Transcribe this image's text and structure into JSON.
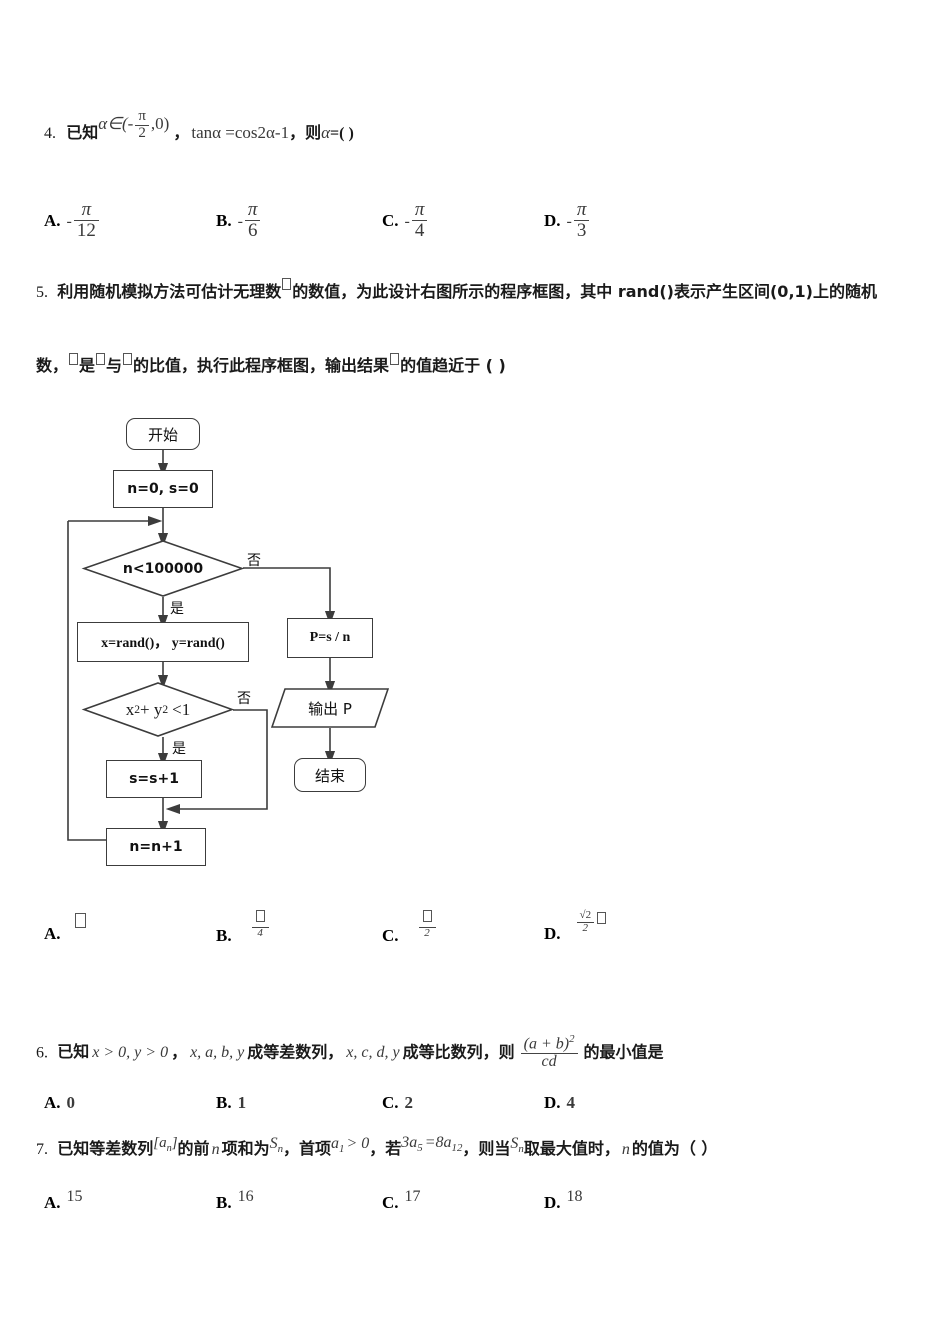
{
  "document": {
    "type": "math-exam-page",
    "language": "zh-CN"
  },
  "questions": [
    {
      "number": "4.",
      "stem_prefix": "已知",
      "stem_condition": "α∈(-",
      "stem_condition_frac_num": "π",
      "stem_condition_frac_den": "2",
      "stem_condition_tail": ",0)",
      "stem_mid": "，",
      "stem_equation": "tanα =cos2α-1",
      "stem_then": "，则",
      "stem_var": "α",
      "stem_end": "=( )",
      "options": [
        {
          "label": "A.",
          "sign": "-",
          "num": "π",
          "den": "12"
        },
        {
          "label": "B.",
          "sign": "-",
          "num": "π",
          "den": "6"
        },
        {
          "label": "C.",
          "sign": "-",
          "num": "π",
          "den": "4"
        },
        {
          "label": "D.",
          "sign": "-",
          "num": "π",
          "den": "3"
        }
      ]
    },
    {
      "number": "5.",
      "line1_part1": "利用随机模拟方法可估计无理数",
      "line1_part2": "的数值，为此设计右图所示的程序框图，其中 rand()表示产生区间(0,1)上的随机",
      "line2_part1": "数，",
      "line2_part2": "是",
      "line2_part3": "与",
      "line2_part4": "的比值，执行此程序框图，输出结果",
      "line2_part5": "的值趋近于 (   )",
      "options": [
        {
          "label": "A.",
          "kind": "tofu"
        },
        {
          "label": "B.",
          "kind": "frac-tofu",
          "den": "4"
        },
        {
          "label": "C.",
          "kind": "frac-tofu",
          "den": "2"
        },
        {
          "label": "D.",
          "kind": "frac-sqrt-tofu",
          "num": "√2",
          "den": "2"
        }
      ]
    },
    {
      "number": "6.",
      "stem_prefix": "已知",
      "cond1": "x > 0, y > 0",
      "sep1": "，",
      "cond2": "x, a, b, y",
      "text1": "成等差数列，",
      "cond3": "x, c, d, y",
      "text2": "成等比数列，则",
      "frac_num": "(a + b)",
      "frac_num_sup": "2",
      "frac_den": "cd",
      "text3": "的最小值是",
      "options": [
        {
          "label": "A.",
          "value": "0"
        },
        {
          "label": "B.",
          "value": "1"
        },
        {
          "label": "C.",
          "value": "2"
        },
        {
          "label": "D.",
          "value": "4"
        }
      ]
    },
    {
      "number": "7.",
      "stem_prefix": "已知等差数列",
      "seq_open": "[",
      "seq_var": "a",
      "seq_sub": "n",
      "seq_close": "]",
      "text1": "的前",
      "var_n": "n",
      "text2": "项和为",
      "sum_var": "S",
      "sum_sub": "n",
      "text3": "，首项",
      "first_var": "a",
      "first_sub": "1",
      "first_cond": "> 0",
      "text4": "，若",
      "eq_left_coef": "3",
      "eq_left_var": "a",
      "eq_left_sub": "5",
      "eq_mid": "=8",
      "eq_right_var": "a",
      "eq_right_sub": "12",
      "text5": "，则当",
      "max_var": "S",
      "max_sub": "n",
      "text6": "取最大值时，",
      "text7": "n",
      "text8": "的值为（   ）",
      "options": [
        {
          "label": "A.",
          "value": "15"
        },
        {
          "label": "B.",
          "value": "16"
        },
        {
          "label": "C.",
          "value": "17"
        },
        {
          "label": "D.",
          "value": "18"
        }
      ]
    }
  ],
  "flowchart": {
    "nodes": {
      "start": "开始",
      "init": "n=0, s=0",
      "cond_loop": "n<100000",
      "assign_rand": "x=rand()，  y=rand()",
      "cond_circle_base": "x",
      "cond_circle_sup1": "2",
      "cond_circle_plus": "+ y",
      "cond_circle_sup2": "2",
      "cond_circle_tail": "<1",
      "inc_s": "s=s+1",
      "inc_n": "n=n+1",
      "compute_p": "P=s / n",
      "output_p": "输出 P",
      "end": "结束"
    },
    "edge_labels": {
      "no_loop": "否",
      "yes_loop": "是",
      "no_circle": "否",
      "yes_circle": "是"
    }
  },
  "colors": {
    "ink": "#1a1a1a",
    "math_ink": "#3a3a3a",
    "stroke": "#3c3c3c",
    "page_bg": "#ffffff"
  }
}
